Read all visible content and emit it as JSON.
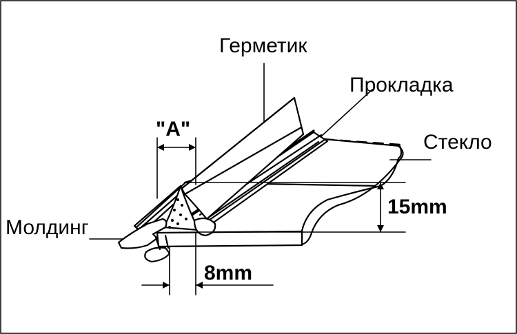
{
  "labels": {
    "sealant": "Герметик",
    "gasket": "Прокладка",
    "glass": "Стекло",
    "molding": "Молдинг"
  },
  "dimensions": {
    "a": "\"A\"",
    "width": "8mm",
    "height": "15mm"
  }
}
